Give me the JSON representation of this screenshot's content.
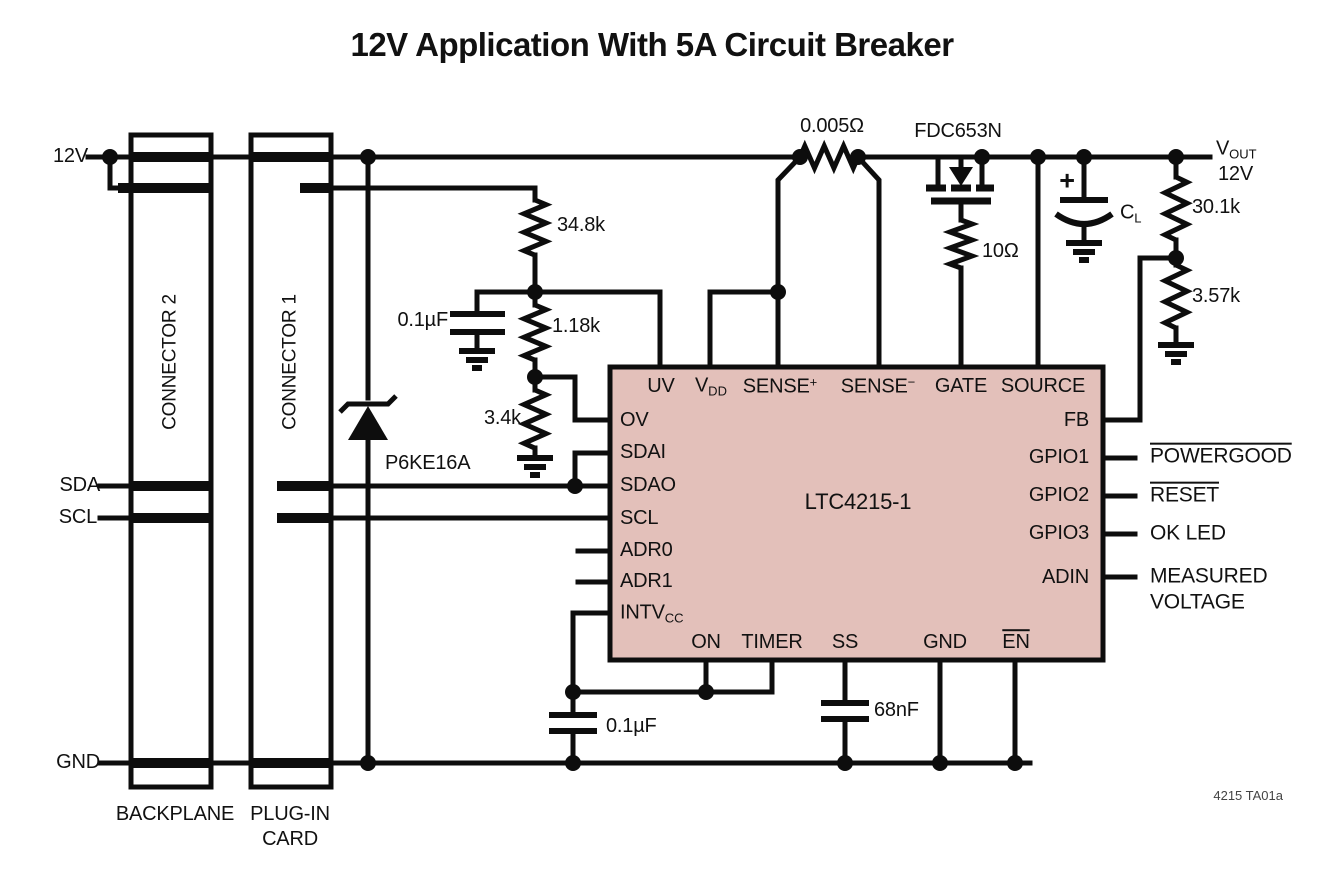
{
  "title": "12V Application With 5A Circuit Breaker",
  "note": "4215 TA01a",
  "colors": {
    "ic_fill": "#e3c0ba",
    "wire": "#0d0d0d",
    "background": "#ffffff",
    "text": "#111111"
  },
  "nets": {
    "input_12v": "12V",
    "sda": "SDA",
    "scl": "SCL",
    "gnd": "GND",
    "vout": {
      "base": "V",
      "sub": "OUT"
    },
    "vout_voltage": "12V"
  },
  "connectors": {
    "connector2_label": "CONNECTOR 2",
    "connector1_label": "CONNECTOR 1",
    "backplane_label": "BACKPLANE",
    "plugin_label_line1": "PLUG-IN",
    "plugin_label_line2": "CARD"
  },
  "components": {
    "sense_resistor": "0.005Ω",
    "mosfet": "FDC653N",
    "gate_resistor": "10Ω",
    "load_cap": {
      "base": "C",
      "sub": "L"
    },
    "load_cap_plus": "+",
    "uv_top_resistor": "34.8k",
    "uv_mid_resistor": "1.18k",
    "uv_bot_resistor": "3.4k",
    "uv_filter_cap": "0.1µF",
    "tvs_diode": "P6KE16A",
    "fb_top_resistor": "30.1k",
    "fb_bot_resistor": "3.57k",
    "timer_cap": "0.1µF",
    "ss_cap": "68nF"
  },
  "ic": {
    "name": "LTC4215-1",
    "pins_top": [
      "UV",
      {
        "base": "V",
        "sub": "DD"
      },
      {
        "base": "SENSE",
        "sup": "+"
      },
      {
        "base": "SENSE",
        "sup": "−"
      },
      "GATE",
      "SOURCE"
    ],
    "pins_left": [
      "OV",
      "SDAI",
      "SDAO",
      "SCL",
      "ADR0",
      "ADR1",
      {
        "base": "INTV",
        "sub": "CC"
      }
    ],
    "pins_right": [
      "FB",
      "GPIO1",
      "GPIO2",
      "GPIO3",
      "ADIN"
    ],
    "pins_bottom": [
      "ON",
      "TIMER",
      "SS",
      "GND",
      {
        "base": "EN",
        "overline": true
      }
    ]
  },
  "outputs": {
    "gpio1": "POWERGOOD",
    "gpio2": "RESET",
    "gpio3": "OK LED",
    "adin_line1": "MEASURED",
    "adin_line2": "VOLTAGE"
  }
}
